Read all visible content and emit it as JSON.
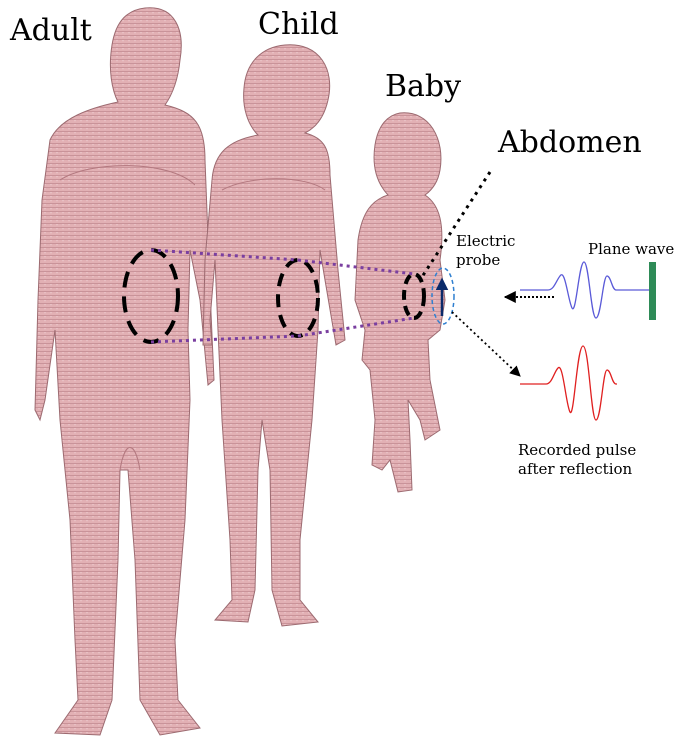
{
  "labels": {
    "adult": "Adult",
    "child": "Child",
    "baby": "Baby",
    "abdomen": "Abdomen",
    "electric_probe": [
      "Electric",
      "probe"
    ],
    "plane_wave": "Plane wave",
    "recorded_pulse": [
      "Recorded pulse",
      "after reflection"
    ]
  },
  "colors": {
    "skin": "#e2b0b4",
    "skin_shade": "#c88e94",
    "skin_line": "#9c6a70",
    "connector": "#7a3fa0",
    "incident_pulse": "#5a5ad8",
    "reflected_pulse": "#e02020",
    "plane_wave_bar": "#2e8b57",
    "probe_ellipse": "#2f7fd0",
    "probe_arrow": "#0a2a6a"
  },
  "icons": [
    "adult-phantom",
    "child-phantom",
    "baby-phantom",
    "electric-probe-icon",
    "plane-wave-source"
  ]
}
